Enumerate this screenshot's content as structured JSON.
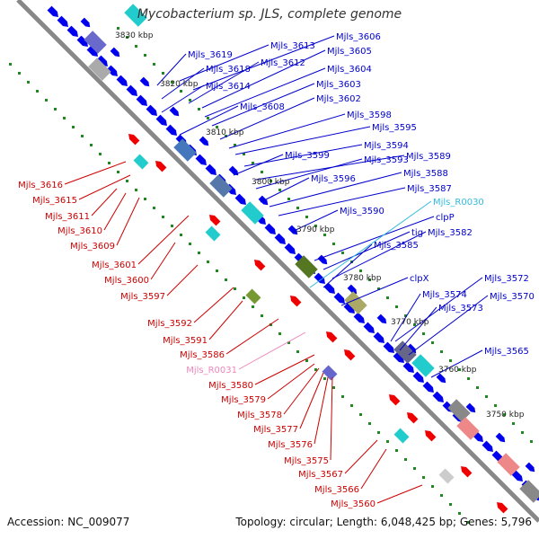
{
  "title": "Mycobacterium sp. JLS, complete genome",
  "accession": "Accession: NC_009077",
  "topology": "Topology: circular; Length: 6,048,425 bp; Genes: 5,796",
  "colors": {
    "forward_label": "#0000cc",
    "reverse_label": "#cc0000",
    "rna_forward_label": "#33bbdd",
    "rna_reverse_label": "#ee88bb",
    "axis": "#888888",
    "forward_gene": "#0000ee",
    "reverse_gene": "#ee0000",
    "ruler_dots": "#228822"
  },
  "scale_labels": [
    "3830 kbp",
    "3820 kbp",
    "3810 kbp",
    "3800 kbp",
    "3790 kbp",
    "3780 kbp",
    "3770 kbp",
    "3760 kbp",
    "3750 kbp"
  ],
  "forward_labels": [
    "Mjls_3619",
    "Mjls_3613",
    "Mjls_3606",
    "Mjls_3618",
    "Mjls_3612",
    "Mjls_3605",
    "Mjls_3604",
    "Mjls_3614",
    "Mjls_3603",
    "Mjls_3608",
    "Mjls_3602",
    "Mjls_3598",
    "Mjls_3595",
    "Mjls_3594",
    "Mjls_3599",
    "Mjls_3589",
    "Mjls_3593",
    "Mjls_3596",
    "Mjls_3588",
    "Mjls_3587",
    "Mjls_3590",
    "clpP",
    "tig",
    "Mjls_3582",
    "Mjls_3585",
    "clpX",
    "Mjls_3572",
    "Mjls_3574",
    "Mjls_3570",
    "Mjls_3573",
    "Mjls_3565"
  ],
  "rna_forward_labels": [
    "Mjls_R0030"
  ],
  "reverse_labels": [
    "Mjls_3616",
    "Mjls_3615",
    "Mjls_3611",
    "Mjls_3610",
    "Mjls_3609",
    "Mjls_3601",
    "Mjls_3600",
    "Mjls_3597",
    "Mjls_3592",
    "Mjls_3591",
    "Mjls_3586",
    "Mjls_3580",
    "Mjls_3579",
    "Mjls_3578",
    "Mjls_3577",
    "Mjls_3576",
    "Mjls_3575",
    "Mjls_3567",
    "Mjls_3566",
    "Mjls_3560"
  ],
  "rna_reverse_labels": [
    "Mjls_R0031"
  ]
}
